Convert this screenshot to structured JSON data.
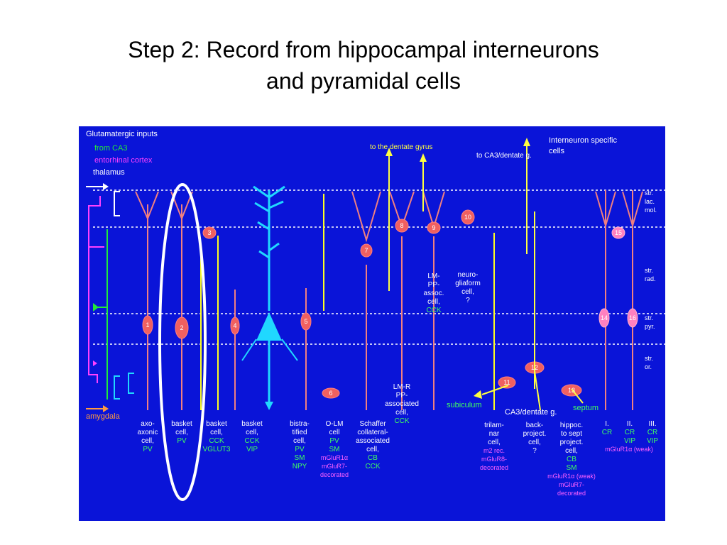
{
  "title": {
    "line1": "Step 2: Record from hippocampal interneurons",
    "line2": "and pyramidal cells"
  },
  "colors": {
    "panel_bg": "#0a14d8",
    "ca3": "#22e83a",
    "entorhinal": "#ff40ff",
    "thalamus": "#ffffff",
    "amygdala": "#ff9a40",
    "cell_body": "#f06060",
    "dendrite": "#f08080",
    "axon": "#ffff20",
    "pyramidal": "#20d8ff",
    "text": "#ffffff",
    "cell_type": "#40ff60",
    "marker": "#ff60ff"
  },
  "legend": {
    "header": "Glutamatergic inputs",
    "ca3": "from CA3",
    "entorhinal": "entorhinal cortex",
    "thalamus": "thalamus",
    "amygdala": "amygdala",
    "specific": [
      "Interneuron specific",
      "cells"
    ]
  },
  "targets": {
    "dentate": "to the dentate gyrus",
    "ca3_dentate_top": "to CA3/dentate g.",
    "subiculum": "subiculum",
    "ca3_dentate_bottom": "CA3/dentate g.",
    "septum": "septum"
  },
  "layers": [
    [
      "str.",
      "lac.",
      "mol."
    ],
    [
      "str.",
      "rad."
    ],
    [
      "str.",
      "pyr."
    ],
    [
      "str.",
      "or."
    ]
  ],
  "cell_numbers": [
    "1",
    "2",
    "3",
    "4",
    "5",
    "6",
    "7",
    "8",
    "9",
    "10",
    "11",
    "12",
    "13",
    "14",
    "15",
    "16"
  ],
  "cells": [
    {
      "lines": [
        "axo-",
        "axonic",
        "cell,"
      ],
      "marker": "PV"
    },
    {
      "lines": [
        "basket",
        "cell,"
      ],
      "marker": "PV"
    },
    {
      "lines": [
        "basket",
        "cell,"
      ],
      "marker": "CCK",
      "extra": "VGLUT3"
    },
    {
      "lines": [
        "basket",
        "cell,"
      ],
      "marker": "CCK",
      "extra": "VIP"
    },
    {
      "lines": [
        "bistra-",
        "tified",
        "cell,"
      ],
      "marker": "PV",
      "extra": "SM",
      "extra2": "NPY"
    },
    {
      "lines": [
        "O-LM",
        "cell"
      ],
      "marker": "PV",
      "extra": "SM",
      "receptors": [
        "mGluR1α",
        "mGluR7-",
        "decorated"
      ]
    },
    {
      "lines": [
        "Schaffer",
        "collateral-",
        "associated",
        "cell,"
      ],
      "marker": "CB",
      "extra": "CCK"
    },
    {
      "lines": [
        "LM-R",
        "PP-",
        "associated",
        "cell,"
      ],
      "marker": "CCK"
    },
    {
      "lines": [
        "LM-",
        "PP-",
        "assoc.",
        "cell,"
      ],
      "marker": "CCK"
    },
    {
      "lines": [
        "neuro-",
        "gliaform",
        "cell,",
        "?"
      ]
    },
    {
      "lines": [
        "trilam-",
        "nar",
        "cell,"
      ],
      "receptors": [
        "m2 rec.",
        "mGluR8-",
        "decorated"
      ]
    },
    {
      "lines": [
        "back-",
        "project.",
        "cell,",
        "?"
      ]
    },
    {
      "lines": [
        "hippoc.",
        "to sept",
        "project.",
        "cell,"
      ],
      "marker": "CB",
      "extra": "SM",
      "receptors": [
        "mGluR1α (weak)",
        "mGluR7-",
        "decorated"
      ]
    },
    {
      "roman": "I.",
      "marker": "CR"
    },
    {
      "roman": "II.",
      "marker": "CR",
      "extra": "VIP"
    },
    {
      "roman": "III.",
      "marker": "CR",
      "extra": "VIP",
      "receptors": [
        "mGluR1α (weak)"
      ]
    }
  ]
}
